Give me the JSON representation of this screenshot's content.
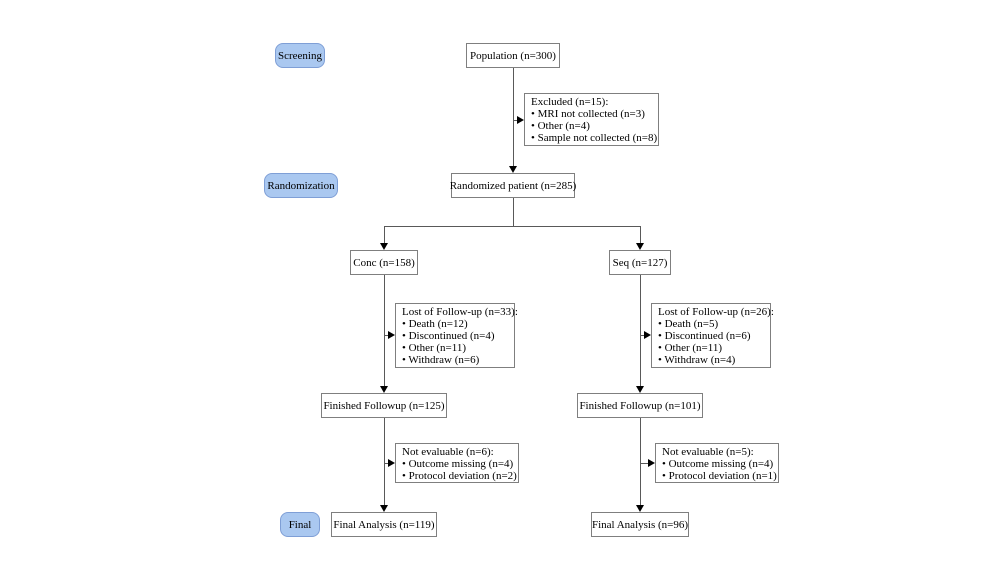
{
  "flowchart": {
    "stages": {
      "screening": "Screening",
      "randomization": "Randomization",
      "final": "Final"
    },
    "nodes": {
      "population": "Population (n=300)",
      "excluded": {
        "title": "Excluded (n=15):",
        "items": [
          "• MRI not collected (n=3)",
          "• Other (n=4)",
          "• Sample not collected (n=8)"
        ]
      },
      "randomized": "Randomized patient (n=285)",
      "conc": "Conc (n=158)",
      "seq": "Seq (n=127)",
      "lost_conc": {
        "title": "Lost of Follow-up (n=33):",
        "items": [
          "• Death (n=12)",
          "• Discontinued (n=4)",
          "• Other (n=11)",
          "• Withdraw (n=6)"
        ]
      },
      "lost_seq": {
        "title": "Lost of Follow-up (n=26):",
        "items": [
          "• Death (n=5)",
          "• Discontinued (n=6)",
          "• Other (n=11)",
          "• Withdraw (n=4)"
        ]
      },
      "finished_conc": "Finished Followup (n=125)",
      "finished_seq": "Finished Followup (n=101)",
      "noteval_conc": {
        "title": "Not evaluable (n=6):",
        "items": [
          "• Outcome missing (n=4)",
          "• Protocol deviation (n=2)"
        ]
      },
      "noteval_seq": {
        "title": "Not evaluable (n=5):",
        "items": [
          "• Outcome missing (n=4)",
          "• Protocol deviation (n=1)"
        ]
      },
      "final_conc": "Final Analysis (n=119)",
      "final_seq": "Final Analysis (n=96)"
    },
    "colors": {
      "stage_fill": "#aac8f0",
      "stage_border": "#7f9fd6",
      "box_border": "#7f7f7f",
      "line": "#595959"
    }
  }
}
